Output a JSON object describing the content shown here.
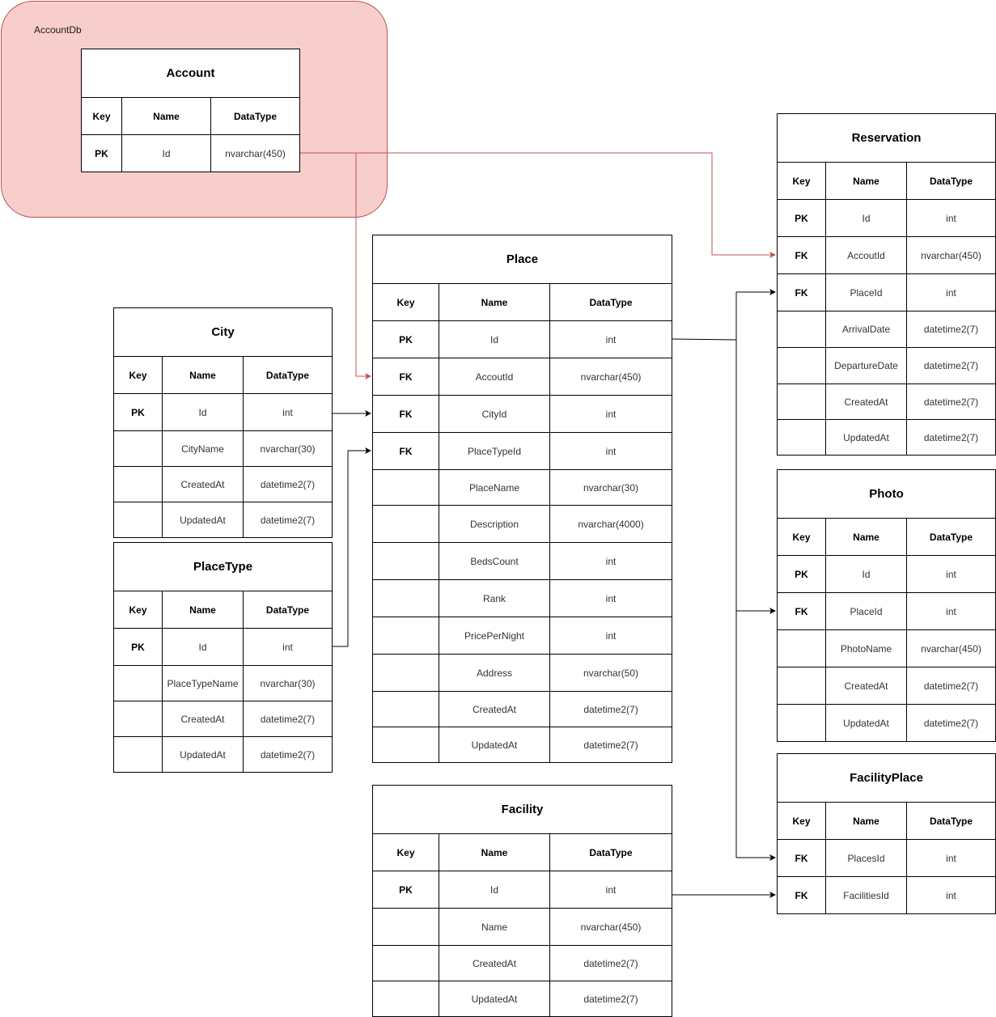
{
  "region": {
    "label": "AccountDb",
    "fill": "#f8cecc",
    "stroke": "#b85450"
  },
  "headers": {
    "key": "Key",
    "name": "Name",
    "type": "DataType"
  },
  "entities": {
    "account": {
      "title": "Account",
      "rows": [
        [
          "PK",
          "Id",
          "nvarchar(450)"
        ]
      ]
    },
    "reservation": {
      "title": "Reservation",
      "rows": [
        [
          "PK",
          "Id",
          "int"
        ],
        [
          "FK",
          "AccoutId",
          "nvarchar(450)"
        ],
        [
          "FK",
          "PlaceId",
          "int"
        ],
        [
          "",
          "ArrivalDate",
          "datetime2(7)"
        ],
        [
          "",
          "DepartureDate",
          "datetime2(7)"
        ],
        [
          "",
          "CreatedAt",
          "datetime2(7)"
        ],
        [
          "",
          "UpdatedAt",
          "datetime2(7)"
        ]
      ]
    },
    "place": {
      "title": "Place",
      "rows": [
        [
          "PK",
          "Id",
          "int"
        ],
        [
          "FK",
          "AccoutId",
          "nvarchar(450)"
        ],
        [
          "FK",
          "CityId",
          "int"
        ],
        [
          "FK",
          "PlaceTypeId",
          "int"
        ],
        [
          "",
          "PlaceName",
          "nvarchar(30)"
        ],
        [
          "",
          "Description",
          "nvarchar(4000)"
        ],
        [
          "",
          "BedsCount",
          "int"
        ],
        [
          "",
          "Rank",
          "int"
        ],
        [
          "",
          "PricePerNight",
          "int"
        ],
        [
          "",
          "Address",
          "nvarchar(50)"
        ],
        [
          "",
          "CreatedAt",
          "datetime2(7)"
        ],
        [
          "",
          "UpdatedAt",
          "datetime2(7)"
        ]
      ]
    },
    "city": {
      "title": "City",
      "rows": [
        [
          "PK",
          "Id",
          "int"
        ],
        [
          "",
          "CityName",
          "nvarchar(30)"
        ],
        [
          "",
          "CreatedAt",
          "datetime2(7)"
        ],
        [
          "",
          "UpdatedAt",
          "datetime2(7)"
        ]
      ]
    },
    "placetype": {
      "title": "PlaceType",
      "rows": [
        [
          "PK",
          "Id",
          "int"
        ],
        [
          "",
          "PlaceTypeName",
          "nvarchar(30)"
        ],
        [
          "",
          "CreatedAt",
          "datetime2(7)"
        ],
        [
          "",
          "UpdatedAt",
          "datetime2(7)"
        ]
      ]
    },
    "photo": {
      "title": "Photo",
      "rows": [
        [
          "PK",
          "Id",
          "int"
        ],
        [
          "FK",
          "PlaceId",
          "int"
        ],
        [
          "",
          "PhotoName",
          "nvarchar(450)"
        ],
        [
          "",
          "CreatedAt",
          "datetime2(7)"
        ],
        [
          "",
          "UpdatedAt",
          "datetime2(7)"
        ]
      ]
    },
    "facilityplace": {
      "title": "FacilityPlace",
      "rows": [
        [
          "FK",
          "PlacesId",
          "int"
        ],
        [
          "FK",
          "FacilitiesId",
          "int"
        ]
      ]
    },
    "facility": {
      "title": "Facility",
      "rows": [
        [
          "PK",
          "Id",
          "int"
        ],
        [
          "",
          "Name",
          "nvarchar(450)"
        ],
        [
          "",
          "CreatedAt",
          "datetime2(7)"
        ],
        [
          "",
          "UpdatedAt",
          "datetime2(7)"
        ]
      ]
    }
  },
  "colors": {
    "account_link": "#b85450",
    "link": "#000000"
  }
}
